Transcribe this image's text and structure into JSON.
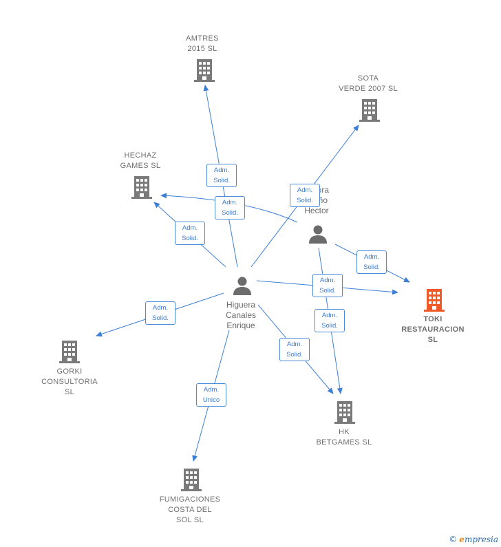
{
  "colors": {
    "edge": "#3d7fd6",
    "company": "#7a7a7a",
    "highlight_company": "#f05a28",
    "person": "#6b6b6b"
  },
  "companies": {
    "amtres": "AMTRES\n2015  SL",
    "sota": "SOTA\nVERDE 2007 SL",
    "hechaz": "HECHAZ\nGAMES  SL",
    "toki": "TOKI\nRESTAURACION\nSL",
    "gorki": "GORKI\nCONSULTORIA\nSL",
    "hk": "HK\nBETGAMES  SL",
    "fumigaciones": "FUMIGACIONES\nCOSTA DEL\nSOL  SL"
  },
  "persons": {
    "higuera": "Higuera\nCanales\nEnrique",
    "hector": "…dora\n…año\nHector"
  },
  "edge_labels": {
    "e1": "Adm.\nSolid.",
    "e2": "Adm.\nSolid.",
    "e3": "Adm.\nSolid.",
    "e4": "Adm.\nSolid.",
    "e5": "Adm.\nSolid.",
    "e6": "Adm.\nSolid.",
    "e7": "Adm.\nSolid.",
    "e8": "Adm.\nSolid.",
    "e9": "Adm.\nSolid.",
    "e10": "Adm.\nUnico"
  },
  "watermark": {
    "symbol": "©",
    "brand_initial": "e",
    "brand_rest": "mpresia"
  }
}
